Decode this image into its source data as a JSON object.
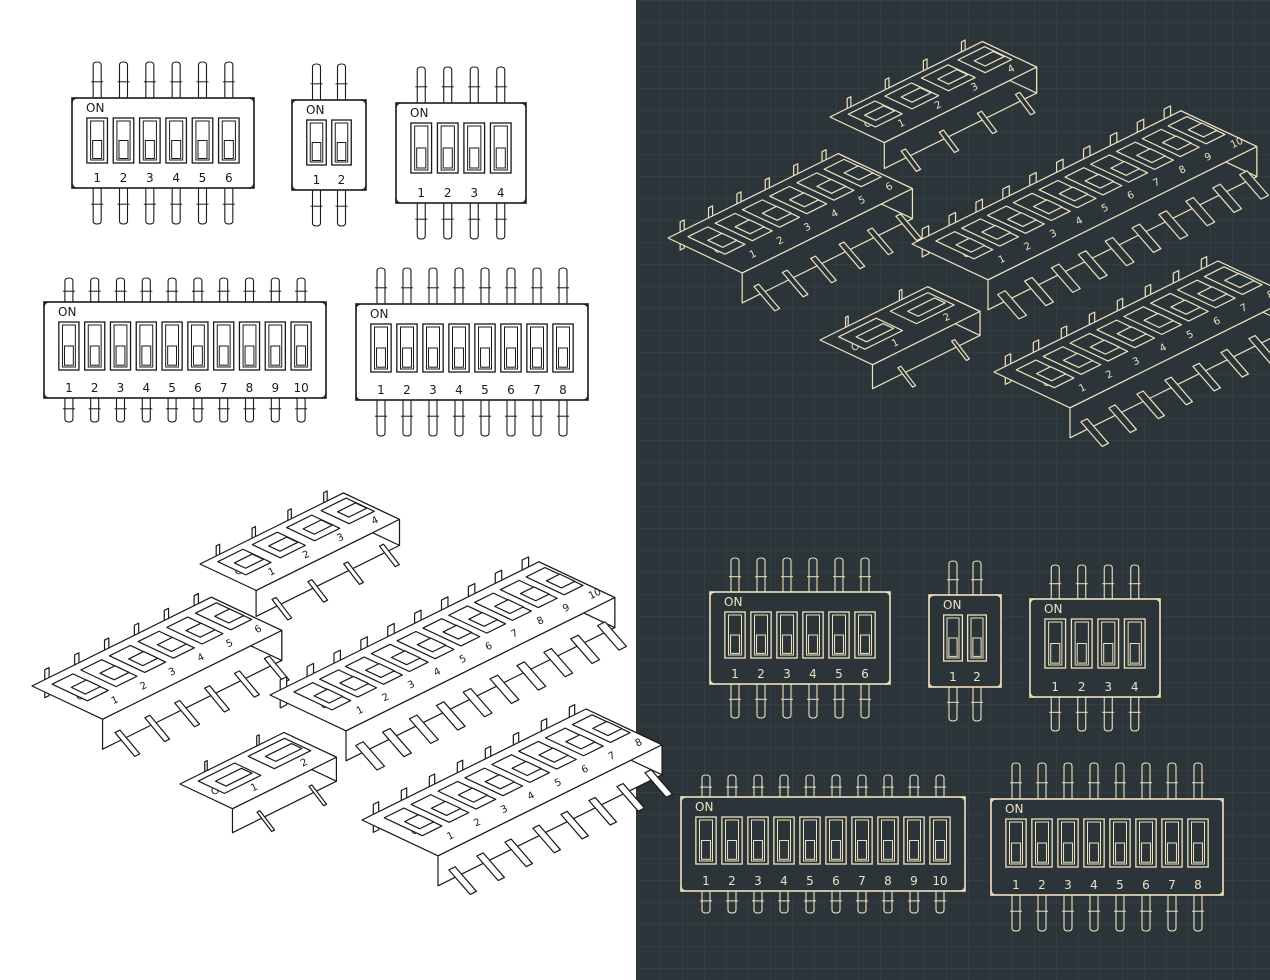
{
  "colors": {
    "light_bg": "#ffffff",
    "light_line": "#1a1a1a",
    "dark_bg": "#2b3438",
    "dark_grid": "#3a464b",
    "dark_line": "#efe2c0"
  },
  "labels": {
    "on": "ON"
  },
  "switches": [
    {
      "id": "dip6",
      "count": 6,
      "numbers": [
        "1",
        "2",
        "3",
        "4",
        "5",
        "6"
      ]
    },
    {
      "id": "dip2",
      "count": 2,
      "numbers": [
        "1",
        "2"
      ]
    },
    {
      "id": "dip4",
      "count": 4,
      "numbers": [
        "1",
        "2",
        "3",
        "4"
      ]
    },
    {
      "id": "dip10",
      "count": 10,
      "numbers": [
        "1",
        "2",
        "3",
        "4",
        "5",
        "6",
        "7",
        "8",
        "9",
        "10"
      ]
    },
    {
      "id": "dip8",
      "count": 8,
      "numbers": [
        "1",
        "2",
        "3",
        "4",
        "5",
        "6",
        "7",
        "8"
      ]
    }
  ]
}
